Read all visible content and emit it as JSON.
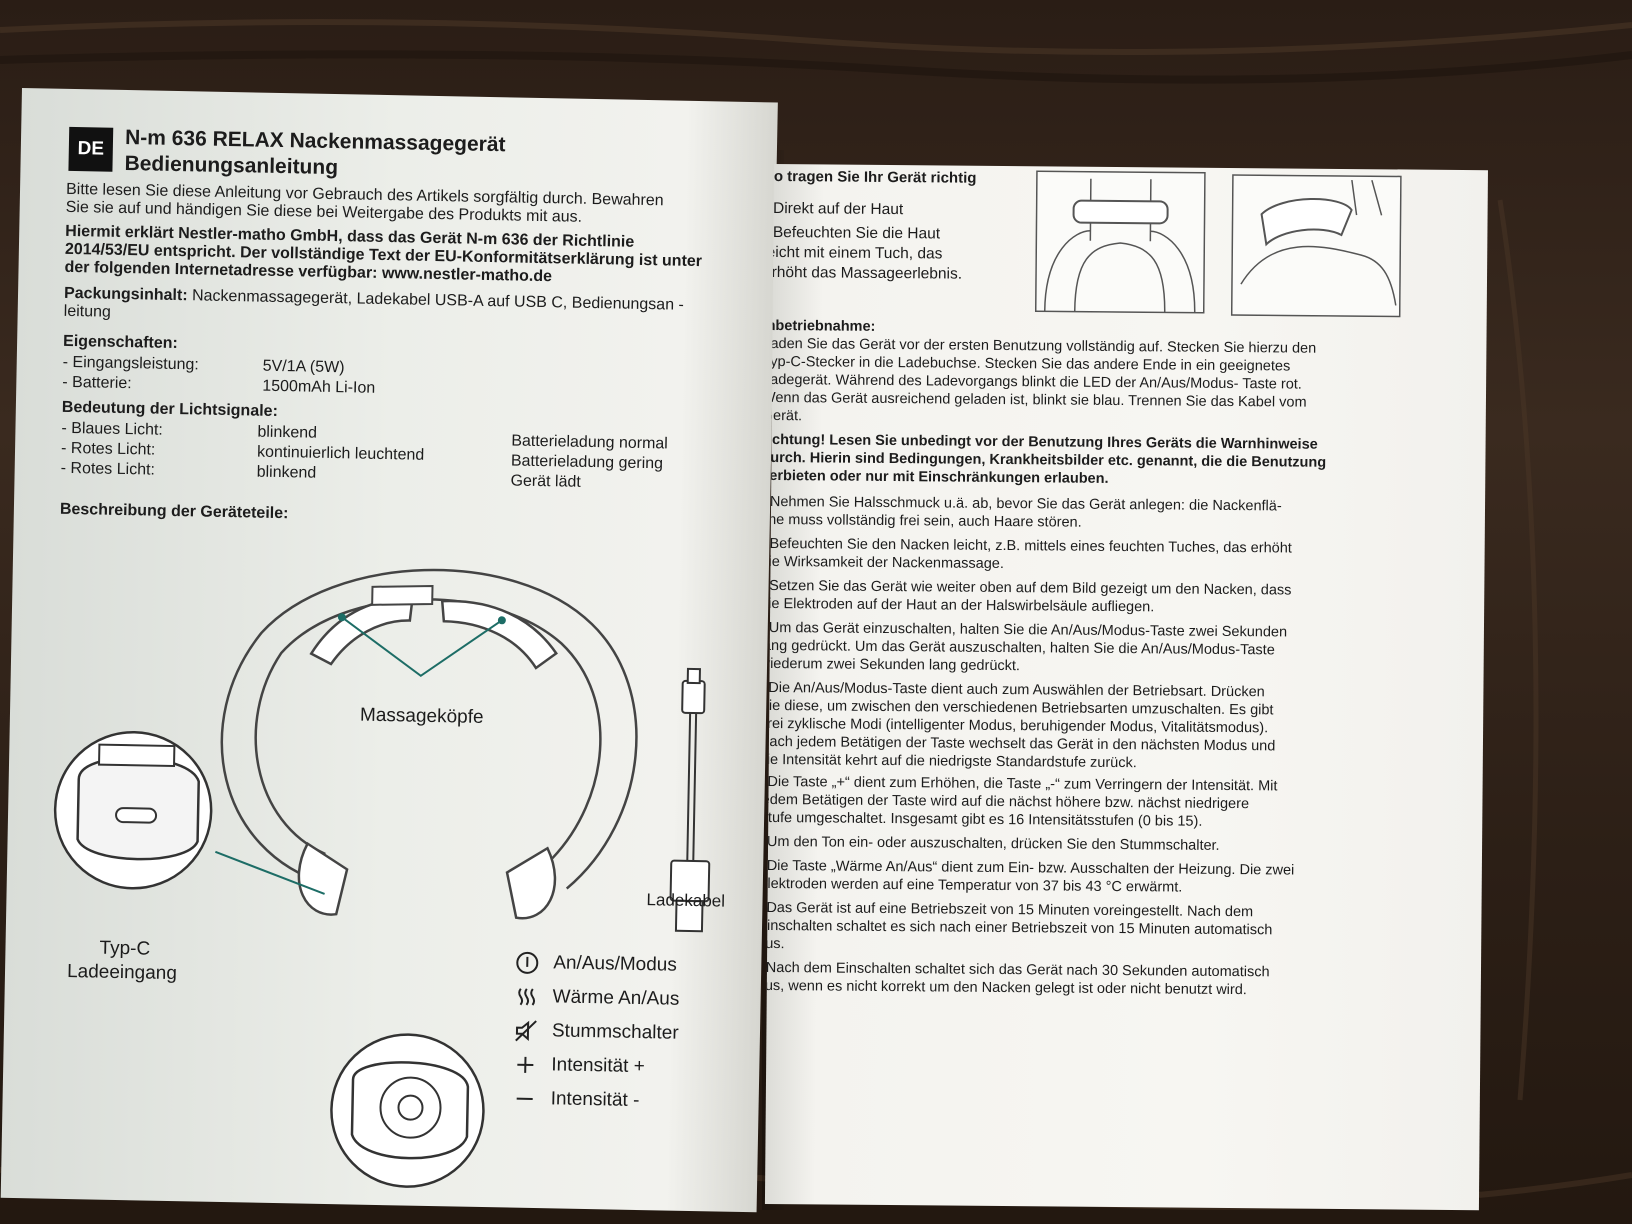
{
  "left": {
    "badge": "DE",
    "title_line1": "N-m 636 RELAX Nackenmassagegerät",
    "title_line2": "Bedienungsanleitung",
    "intro_line1": "Bitte lesen Sie diese Anleitung vor Gebrauch des Artikels sorgfältig durch. Bewahren",
    "intro_line2": "Sie sie auf und händigen Sie diese bei Weitergabe des Produkts mit aus.",
    "decl_line1": "Hiermit erklärt Nestler-matho GmbH, dass das Gerät N-m 636 der Richtlinie",
    "decl_line2": "2014/53/EU entspricht. Der vollständige Text der EU-Konformitätserklärung ist unter",
    "decl_line3": "der folgenden Internetadresse verfügbar: www.nestler-matho.de",
    "package_label": "Packungsinhalt:",
    "package_text": " Nackenmassagegerät, Ladekabel USB-A auf USB C, Bedienungsan -",
    "package_text2": "leitung",
    "props_heading": "Eigenschaften:",
    "props": [
      {
        "label": "- Eingangsleistung:",
        "value": "5V/1A (5W)"
      },
      {
        "label": "- Batterie:",
        "value": "1500mAh Li-Ion"
      }
    ],
    "lights_heading": "Bedeutung der Lichtsignale:",
    "lights": [
      {
        "label": "- Blaues Licht:",
        "state": "blinkend",
        "meaning": "Batterieladung normal"
      },
      {
        "label": "- Rotes Licht:",
        "state": "kontinuierlich leuchtend",
        "meaning": "Batterieladung gering"
      },
      {
        "label": "- Rotes Licht:",
        "state": "blinkend",
        "meaning": "Gerät lädt"
      }
    ],
    "parts_heading": "Beschreibung der Geräteteile:",
    "label_heads": "Massageköpfe",
    "label_cable": "Ladekabel",
    "label_typec_1": "Typ-C",
    "label_typec_2": "Ladeeingang",
    "controls": [
      {
        "icon": "power-icon",
        "label": "An/Aus/Modus"
      },
      {
        "icon": "heat-icon",
        "label": "Wärme An/Aus"
      },
      {
        "icon": "mute-icon",
        "label": "Stummschalter"
      },
      {
        "icon": "plus-icon",
        "label": "Intensität +"
      },
      {
        "icon": "minus-icon",
        "label": "Intensität -"
      }
    ]
  },
  "right": {
    "wear_heading": "So tragen Sie Ihr Gerät richtig",
    "wear_1": "- Direkt auf der Haut",
    "wear_2a": "- Befeuchten Sie die Haut",
    "wear_2b": "leicht mit einem Tuch, das",
    "wear_2c": "erhöht das Massageerlebnis.",
    "start_heading": "Inbetriebnahme:",
    "start_lines": [
      "Laden Sie das Gerät vor der ersten Benutzung vollständig auf. Stecken Sie hierzu den",
      "Typ-C-Stecker in die Ladebuchse. Stecken Sie das andere Ende in ein geeignetes",
      "Ladegerät. Während des Ladevorgangs blinkt die LED der An/Aus/Modus- Taste rot.",
      "Wenn das Gerät ausreichend geladen ist, blinkt sie blau. Trennen Sie das Kabel vom",
      "Gerät."
    ],
    "warning_lines": [
      "Achtung! Lesen Sie unbedingt vor der Benutzung Ihres Geräts die Warnhinweise",
      "durch. Hierin sind Bedingungen, Krankheitsbilder etc. genannt, die die Benutzung",
      "verbieten oder nur mit Einschränkungen erlauben."
    ],
    "bullets": [
      [
        "- Nehmen Sie Halsschmuck u.ä. ab, bevor Sie das Gerät anlegen: die Nackenflä-",
        "che muss vollständig frei sein, auch Haare stören."
      ],
      [
        "- Befeuchten Sie den Nacken leicht, z.B. mittels eines feuchten Tuches, das erhöht",
        "die Wirksamkeit der Nackenmassage."
      ],
      [
        "- Setzen Sie das Gerät wie weiter oben auf dem Bild gezeigt um den Nacken, dass",
        "die Elektroden auf der Haut an der Halswirbelsäule aufliegen."
      ],
      [
        "- Um das Gerät einzuschalten, halten Sie die An/Aus/Modus-Taste zwei Sekunden",
        "lang gedrückt. Um das Gerät auszuschalten, halten Sie die An/Aus/Modus-Taste",
        "wiederum zwei Sekunden lang gedrückt."
      ],
      [
        "- Die An/Aus/Modus-Taste dient auch zum Auswählen der Betriebsart. Drücken",
        "Sie diese, um zwischen den verschiedenen Betriebsarten umzuschalten. Es gibt",
        "drei zyklische Modi (intelligenter Modus, beruhigender Modus, Vitalitätsmodus).",
        "Nach jedem Betätigen der Taste wechselt das Gerät in den nächsten Modus und",
        "die Intensität kehrt auf die niedrigste Standardstufe zurück."
      ],
      [
        "- Die Taste „+“ dient zum Erhöhen, die Taste „-“ zum Verringern der Intensität. Mit",
        "jedem Betätigen der Taste wird auf die nächst höhere bzw. nächst niedrigere",
        "Stufe umgeschaltet. Insgesamt gibt es 16 Intensitätsstufen (0 bis 15)."
      ],
      [
        "- Um den Ton ein- oder auszuschalten, drücken Sie den Stummschalter."
      ],
      [
        "- Die Taste „Wärme An/Aus“ dient zum Ein- bzw. Ausschalten der Heizung. Die zwei",
        "Elektroden werden auf eine Temperatur von 37 bis 43 °C erwärmt."
      ],
      [
        "- Das Gerät ist auf eine Betriebszeit von 15 Minuten voreingestellt. Nach dem",
        "Einschalten schaltet es sich nach einer Betriebszeit von 15 Minuten automatisch",
        "aus."
      ],
      [
        "- Nach dem Einschalten schaltet sich das Gerät nach 30 Sekunden automatisch",
        "aus, wenn es nicht korrekt um den Nacken gelegt ist oder nicht benutzt wird."
      ]
    ]
  }
}
